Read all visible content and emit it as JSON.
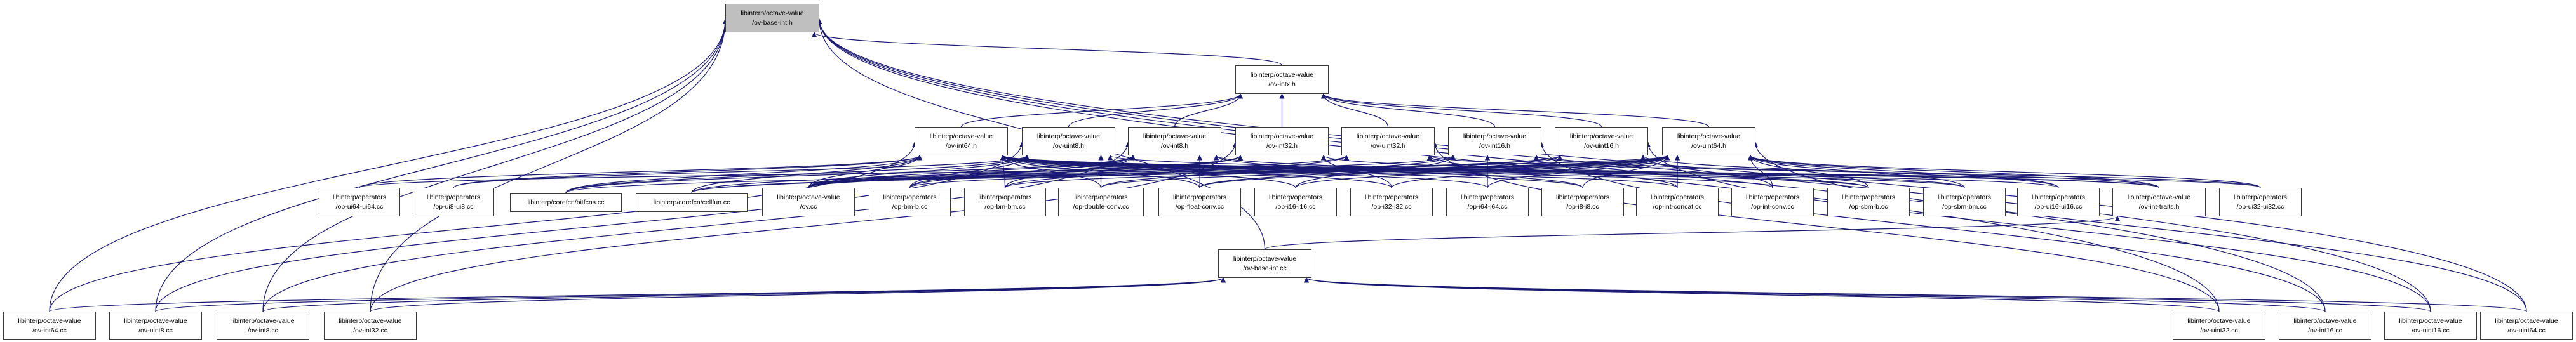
{
  "graph": {
    "title": "ov-base-int.h include dependency graph",
    "edge_color": "#191970",
    "root_fill": "#bfbfbf",
    "nodes": [
      {
        "id": "ov-base-int.h",
        "lines": [
          "libinterp/octave-value",
          "/ov-base-int.h"
        ],
        "root": true
      },
      {
        "id": "ov-intx.h",
        "lines": [
          "libinterp/octave-value",
          "/ov-intx.h"
        ]
      },
      {
        "id": "ov-int64.h",
        "lines": [
          "libinterp/octave-value",
          "/ov-int64.h"
        ]
      },
      {
        "id": "ov-uint8.h",
        "lines": [
          "libinterp/octave-value",
          "/ov-uint8.h"
        ]
      },
      {
        "id": "ov-int8.h",
        "lines": [
          "libinterp/octave-value",
          "/ov-int8.h"
        ]
      },
      {
        "id": "ov-int32.h",
        "lines": [
          "libinterp/octave-value",
          "/ov-int32.h"
        ]
      },
      {
        "id": "ov-uint32.h",
        "lines": [
          "libinterp/octave-value",
          "/ov-uint32.h"
        ]
      },
      {
        "id": "ov-int16.h",
        "lines": [
          "libinterp/octave-value",
          "/ov-int16.h"
        ]
      },
      {
        "id": "ov-uint16.h",
        "lines": [
          "libinterp/octave-value",
          "/ov-uint16.h"
        ]
      },
      {
        "id": "ov-uint64.h",
        "lines": [
          "libinterp/octave-value",
          "/ov-uint64.h"
        ]
      },
      {
        "id": "op-ui64-ui64.cc",
        "lines": [
          "libinterp/operators",
          "/op-ui64-ui64.cc"
        ]
      },
      {
        "id": "op-ui8-ui8.cc",
        "lines": [
          "libinterp/operators",
          "/op-ui8-ui8.cc"
        ]
      },
      {
        "id": "bitfcns.cc",
        "lines": [
          "libinterp/corefcn/bitfcns.cc"
        ]
      },
      {
        "id": "cellfun.cc",
        "lines": [
          "libinterp/corefcn/cellfun.cc"
        ]
      },
      {
        "id": "ov.cc",
        "lines": [
          "libinterp/octave-value",
          "/ov.cc"
        ]
      },
      {
        "id": "op-bm-b.cc",
        "lines": [
          "libinterp/operators",
          "/op-bm-b.cc"
        ]
      },
      {
        "id": "op-bm-bm.cc",
        "lines": [
          "libinterp/operators",
          "/op-bm-bm.cc"
        ]
      },
      {
        "id": "op-double-conv.cc",
        "lines": [
          "libinterp/operators",
          "/op-double-conv.cc"
        ]
      },
      {
        "id": "op-float-conv.cc",
        "lines": [
          "libinterp/operators",
          "/op-float-conv.cc"
        ]
      },
      {
        "id": "op-i16-i16.cc",
        "lines": [
          "libinterp/operators",
          "/op-i16-i16.cc"
        ]
      },
      {
        "id": "op-i32-i32.cc",
        "lines": [
          "libinterp/operators",
          "/op-i32-i32.cc"
        ]
      },
      {
        "id": "op-i64-i64.cc",
        "lines": [
          "libinterp/operators",
          "/op-i64-i64.cc"
        ]
      },
      {
        "id": "op-i8-i8.cc",
        "lines": [
          "libinterp/operators",
          "/op-i8-i8.cc"
        ]
      },
      {
        "id": "op-int-concat.cc",
        "lines": [
          "libinterp/operators",
          "/op-int-concat.cc"
        ]
      },
      {
        "id": "op-int-conv.cc",
        "lines": [
          "libinterp/operators",
          "/op-int-conv.cc"
        ]
      },
      {
        "id": "op-sbm-b.cc",
        "lines": [
          "libinterp/operators",
          "/op-sbm-b.cc"
        ]
      },
      {
        "id": "op-sbm-bm.cc",
        "lines": [
          "libinterp/operators",
          "/op-sbm-bm.cc"
        ]
      },
      {
        "id": "op-ui16-ui16.cc",
        "lines": [
          "libinterp/operators",
          "/op-ui16-ui16.cc"
        ]
      },
      {
        "id": "ov-int-traits.h",
        "lines": [
          "libinterp/octave-value",
          "/ov-int-traits.h"
        ]
      },
      {
        "id": "op-ui32-ui32.cc",
        "lines": [
          "libinterp/operators",
          "/op-ui32-ui32.cc"
        ]
      },
      {
        "id": "ov-base-int.cc",
        "lines": [
          "libinterp/octave-value",
          "/ov-base-int.cc"
        ]
      },
      {
        "id": "ov-int64.cc",
        "lines": [
          "libinterp/octave-value",
          "/ov-int64.cc"
        ]
      },
      {
        "id": "ov-uint8.cc",
        "lines": [
          "libinterp/octave-value",
          "/ov-uint8.cc"
        ]
      },
      {
        "id": "ov-int8.cc",
        "lines": [
          "libinterp/octave-value",
          "/ov-int8.cc"
        ]
      },
      {
        "id": "ov-int32.cc",
        "lines": [
          "libinterp/octave-value",
          "/ov-int32.cc"
        ]
      },
      {
        "id": "ov-uint32.cc",
        "lines": [
          "libinterp/octave-value",
          "/ov-uint32.cc"
        ]
      },
      {
        "id": "ov-int16.cc",
        "lines": [
          "libinterp/octave-value",
          "/ov-int16.cc"
        ]
      },
      {
        "id": "ov-uint16.cc",
        "lines": [
          "libinterp/octave-value",
          "/ov-uint16.cc"
        ]
      },
      {
        "id": "ov-uint64.cc",
        "lines": [
          "libinterp/octave-value",
          "/ov-uint64.cc"
        ]
      }
    ],
    "edges": [
      [
        "ov-intx.h",
        "ov-base-int.h"
      ],
      [
        "ov-base-int.cc",
        "ov-base-int.h"
      ],
      [
        "ov-int64.cc",
        "ov-base-int.h"
      ],
      [
        "ov-uint8.cc",
        "ov-base-int.h"
      ],
      [
        "ov-int8.cc",
        "ov-base-int.h"
      ],
      [
        "ov-int32.cc",
        "ov-base-int.h"
      ],
      [
        "ov-uint32.cc",
        "ov-base-int.h"
      ],
      [
        "ov-int16.cc",
        "ov-base-int.h"
      ],
      [
        "ov-uint16.cc",
        "ov-base-int.h"
      ],
      [
        "ov-uint64.cc",
        "ov-base-int.h"
      ],
      [
        "ov-int64.h",
        "ov-intx.h"
      ],
      [
        "ov-uint8.h",
        "ov-intx.h"
      ],
      [
        "ov-int8.h",
        "ov-intx.h"
      ],
      [
        "ov-int32.h",
        "ov-intx.h"
      ],
      [
        "ov-uint32.h",
        "ov-intx.h"
      ],
      [
        "ov-int16.h",
        "ov-intx.h"
      ],
      [
        "ov-uint16.h",
        "ov-intx.h"
      ],
      [
        "ov-uint64.h",
        "ov-intx.h"
      ],
      [
        "ov-base-int.cc",
        "ov-int-traits.h"
      ],
      [
        "ov-int64.cc",
        "ov-base-int.cc"
      ],
      [
        "ov-uint8.cc",
        "ov-base-int.cc"
      ],
      [
        "ov-int8.cc",
        "ov-base-int.cc"
      ],
      [
        "ov-int32.cc",
        "ov-base-int.cc"
      ],
      [
        "ov-uint32.cc",
        "ov-base-int.cc"
      ],
      [
        "ov-int16.cc",
        "ov-base-int.cc"
      ],
      [
        "ov-uint16.cc",
        "ov-base-int.cc"
      ],
      [
        "ov-uint64.cc",
        "ov-base-int.cc"
      ],
      [
        "op-ui64-ui64.cc",
        "ov-uint64.h"
      ],
      [
        "op-ui64-ui64.cc",
        "ov-int64.h"
      ],
      [
        "op-ui8-ui8.cc",
        "ov-uint8.h"
      ],
      [
        "op-ui8-ui8.cc",
        "ov-int64.h"
      ],
      [
        "bitfcns.cc",
        "ov-int64.h"
      ],
      [
        "bitfcns.cc",
        "ov-uint64.h"
      ],
      [
        "bitfcns.cc",
        "ov-int8.h"
      ],
      [
        "bitfcns.cc",
        "ov-uint8.h"
      ],
      [
        "cellfun.cc",
        "ov-int64.h"
      ],
      [
        "cellfun.cc",
        "ov-uint64.h"
      ],
      [
        "cellfun.cc",
        "ov-int32.h"
      ],
      [
        "cellfun.cc",
        "ov-uint16.h"
      ],
      [
        "ov.cc",
        "ov-int64.h"
      ],
      [
        "ov.cc",
        "ov-uint8.h"
      ],
      [
        "ov.cc",
        "ov-int8.h"
      ],
      [
        "ov.cc",
        "ov-int32.h"
      ],
      [
        "ov.cc",
        "ov-uint32.h"
      ],
      [
        "ov.cc",
        "ov-int16.h"
      ],
      [
        "ov.cc",
        "ov-uint16.h"
      ],
      [
        "ov.cc",
        "ov-uint64.h"
      ],
      [
        "op-bm-b.cc",
        "ov-int8.h"
      ],
      [
        "op-bm-b.cc",
        "ov-uint8.h"
      ],
      [
        "op-bm-b.cc",
        "ov-int32.h"
      ],
      [
        "op-bm-b.cc",
        "ov-uint64.h"
      ],
      [
        "op-bm-bm.cc",
        "ov-int64.h"
      ],
      [
        "op-bm-bm.cc",
        "ov-int8.h"
      ],
      [
        "op-bm-bm.cc",
        "ov-uint32.h"
      ],
      [
        "op-bm-bm.cc",
        "ov-uint64.h"
      ],
      [
        "op-double-conv.cc",
        "ov-int64.h"
      ],
      [
        "op-double-conv.cc",
        "ov-uint8.h"
      ],
      [
        "op-double-conv.cc",
        "ov-int16.h"
      ],
      [
        "op-double-conv.cc",
        "ov-uint64.h"
      ],
      [
        "op-float-conv.cc",
        "ov-int64.h"
      ],
      [
        "op-float-conv.cc",
        "ov-int8.h"
      ],
      [
        "op-float-conv.cc",
        "ov-uint16.h"
      ],
      [
        "op-float-conv.cc",
        "ov-uint64.h"
      ],
      [
        "op-i16-i16.cc",
        "ov-int16.h"
      ],
      [
        "op-i16-i16.cc",
        "ov-int64.h"
      ],
      [
        "op-i16-i16.cc",
        "ov-uint64.h"
      ],
      [
        "op-i32-i32.cc",
        "ov-int32.h"
      ],
      [
        "op-i32-i32.cc",
        "ov-int64.h"
      ],
      [
        "op-i32-i32.cc",
        "ov-uint64.h"
      ],
      [
        "op-i64-i64.cc",
        "ov-int64.h"
      ],
      [
        "op-i64-i64.cc",
        "ov-uint64.h"
      ],
      [
        "op-i64-i64.cc",
        "ov-int16.h"
      ],
      [
        "op-i8-i8.cc",
        "ov-int8.h"
      ],
      [
        "op-i8-i8.cc",
        "ov-int64.h"
      ],
      [
        "op-i8-i8.cc",
        "ov-uint64.h"
      ],
      [
        "op-int-concat.cc",
        "ov-int64.h"
      ],
      [
        "op-int-concat.cc",
        "ov-uint32.h"
      ],
      [
        "op-int-concat.cc",
        "ov-uint64.h"
      ],
      [
        "op-int-conv.cc",
        "ov-int64.h"
      ],
      [
        "op-int-conv.cc",
        "ov-uint16.h"
      ],
      [
        "op-int-conv.cc",
        "ov-uint64.h"
      ],
      [
        "op-sbm-b.cc",
        "ov-int64.h"
      ],
      [
        "op-sbm-b.cc",
        "ov-uint64.h"
      ],
      [
        "op-sbm-b.cc",
        "ov-int8.h"
      ],
      [
        "op-sbm-bm.cc",
        "ov-int64.h"
      ],
      [
        "op-sbm-bm.cc",
        "ov-uint64.h"
      ],
      [
        "op-sbm-bm.cc",
        "ov-int32.h"
      ],
      [
        "op-ui16-ui16.cc",
        "ov-uint16.h"
      ],
      [
        "op-ui16-ui16.cc",
        "ov-int64.h"
      ],
      [
        "op-ui16-ui16.cc",
        "ov-uint64.h"
      ],
      [
        "op-ui32-ui32.cc",
        "ov-uint32.h"
      ],
      [
        "op-ui32-ui32.cc",
        "ov-int64.h"
      ],
      [
        "op-ui32-ui32.cc",
        "ov-uint64.h"
      ],
      [
        "ov-int-traits.h",
        "ov-int64.h"
      ],
      [
        "ov-int-traits.h",
        "ov-uint64.h"
      ],
      [
        "ov-int-traits.h",
        "ov-int16.h"
      ],
      [
        "ov-int-traits.h",
        "ov-uint8.h"
      ],
      [
        "ov-int64.cc",
        "ov-int64.h"
      ],
      [
        "ov-uint8.cc",
        "ov-uint8.h"
      ],
      [
        "ov-int8.cc",
        "ov-int8.h"
      ],
      [
        "ov-int32.cc",
        "ov-int32.h"
      ],
      [
        "ov-uint32.cc",
        "ov-uint32.h"
      ],
      [
        "ov-int16.cc",
        "ov-int16.h"
      ],
      [
        "ov-uint16.cc",
        "ov-uint16.h"
      ],
      [
        "ov-uint64.cc",
        "ov-uint64.h"
      ]
    ]
  }
}
